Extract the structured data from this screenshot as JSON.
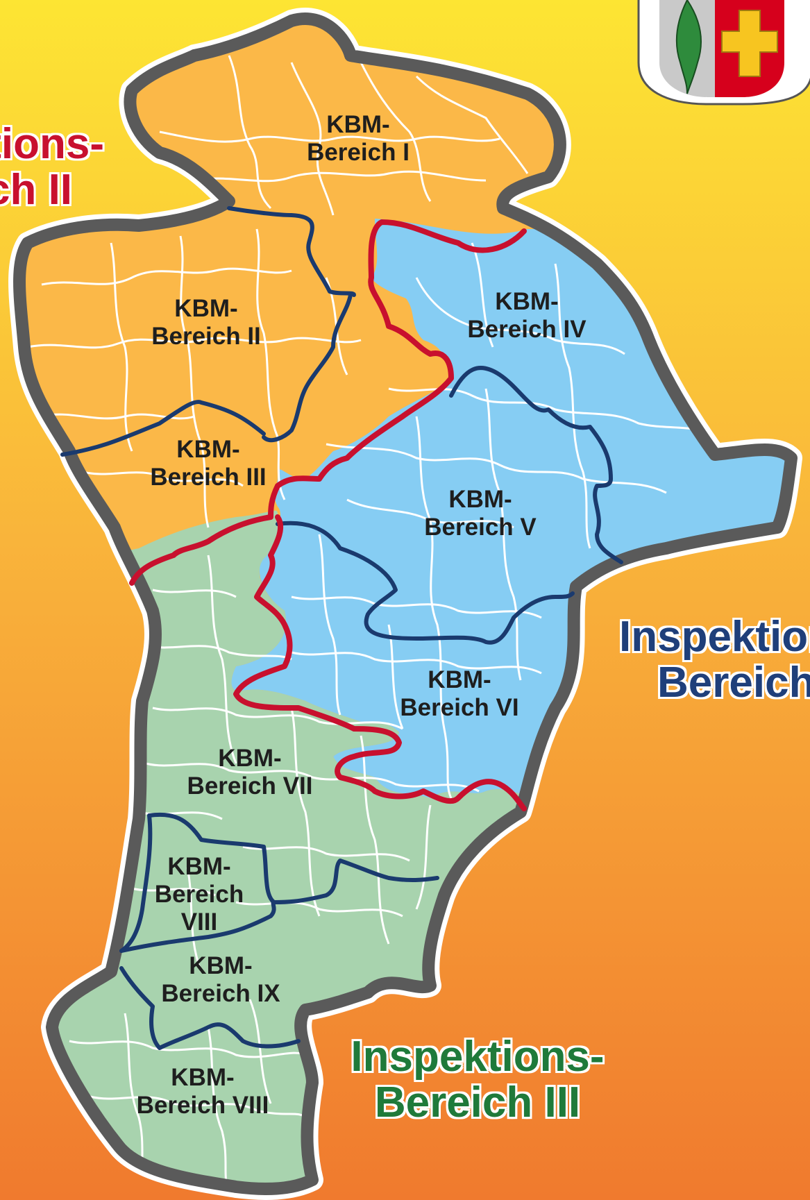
{
  "map": {
    "areas": [
      {
        "id": "i",
        "line1": "KBM-",
        "line2": "Bereich I"
      },
      {
        "id": "ii",
        "line1": "KBM-",
        "line2": "Bereich II"
      },
      {
        "id": "iii",
        "line1": "KBM-",
        "line2": "Bereich III"
      },
      {
        "id": "iv",
        "line1": "KBM-",
        "line2": "Bereich IV"
      },
      {
        "id": "v",
        "line1": "KBM-",
        "line2": "Bereich V"
      },
      {
        "id": "vi",
        "line1": "KBM-",
        "line2": "Bereich VI"
      },
      {
        "id": "vii",
        "line1": "KBM-",
        "line2": "Bereich VII"
      },
      {
        "id": "viii-north",
        "line1": "KBM-",
        "line2": "Bereich",
        "line3": "VIII"
      },
      {
        "id": "ix",
        "line1": "KBM-",
        "line2": "Bereich IX"
      },
      {
        "id": "viii-south",
        "line1": "KBM-",
        "line2": "Bereich VIII"
      }
    ],
    "inspection_regions": [
      {
        "id": "ii",
        "line1": "tions-",
        "line2": "ch II",
        "color": "#c8102e"
      },
      {
        "id": "i",
        "line1": "Inspektion",
        "line2": "Bereich",
        "color": "#1f3f7a"
      },
      {
        "id": "iii",
        "line1": "Inspektions-",
        "line2": "Bereich III",
        "color": "#1f7a3a"
      }
    ],
    "colors": {
      "orange_region": "#fbb848",
      "blue_region": "#86cdf3",
      "green_region": "#a8d3ae",
      "outer_border": "#5a5a5a",
      "inspection_border": "#c8102e",
      "kbm_border": "#1a3a6e",
      "municipality_border": "#ffffff"
    },
    "emblem": {
      "left_icon": "oak-leaf-icon",
      "right_icon": "cross-icon"
    }
  }
}
